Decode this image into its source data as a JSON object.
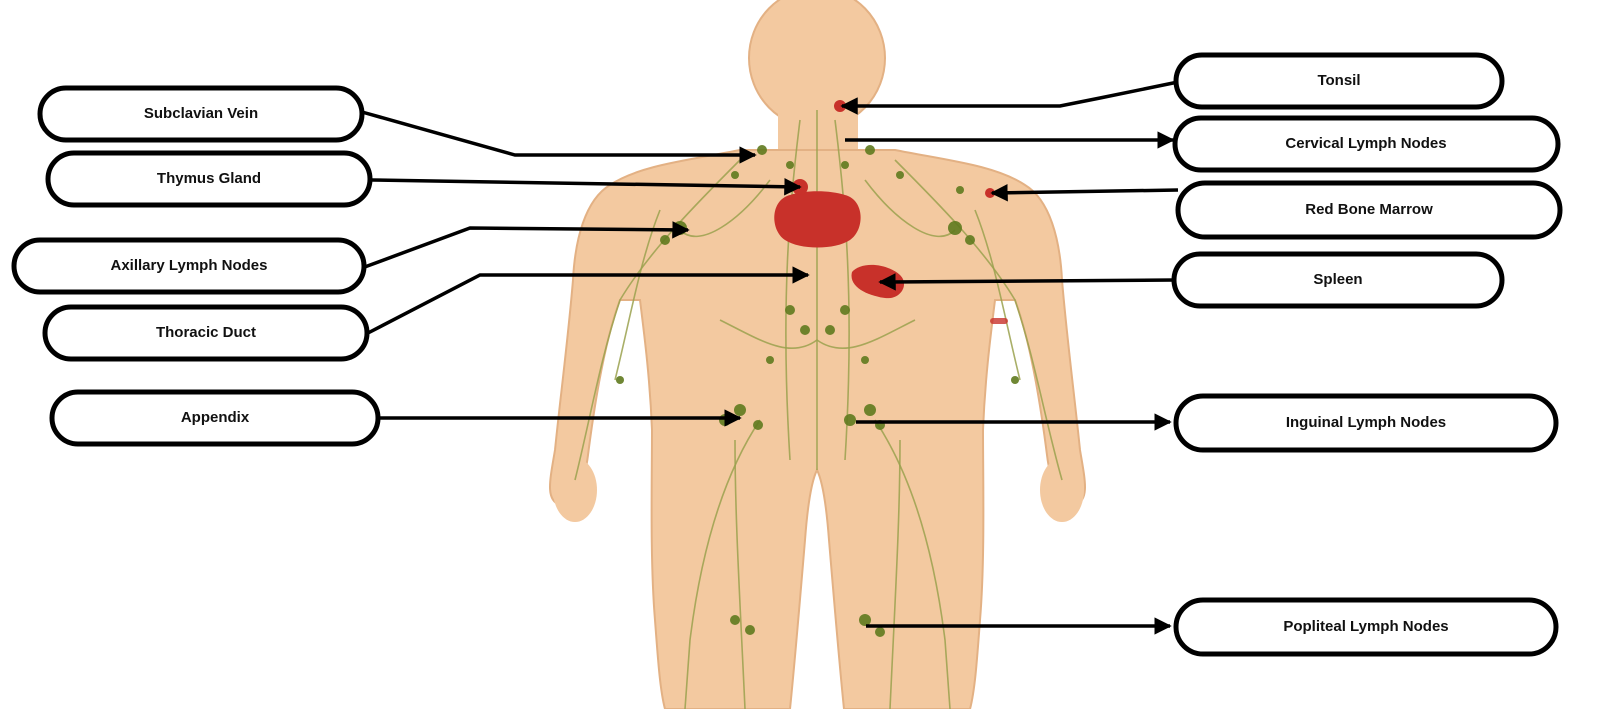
{
  "labels": {
    "subclavian_vein": "Subclavian Vein",
    "thymus_gland": "Thymus Gland",
    "axillary_lymph_nodes": "Axillary Lymph Nodes",
    "thoracic_duct": "Thoracic Duct",
    "appendix": "Appendix",
    "tonsil": "Tonsil",
    "cervical_lymph_nodes": "Cervical Lymph Nodes",
    "red_bone_marrow": "Red Bone Marrow",
    "spleen": "Spleen",
    "inguinal_lymph_nodes": "Inguinal Lymph Nodes",
    "popliteal_lymph_nodes": "Popliteal Lymph Nodes"
  },
  "colors": {
    "skin": "#f3c9a0",
    "skin_shadow": "#e3b184",
    "lymph_vessel": "#9aa14e",
    "lymph_node": "#5f7a1e",
    "organ_red": "#c8312a",
    "label_border": "#000000"
  }
}
